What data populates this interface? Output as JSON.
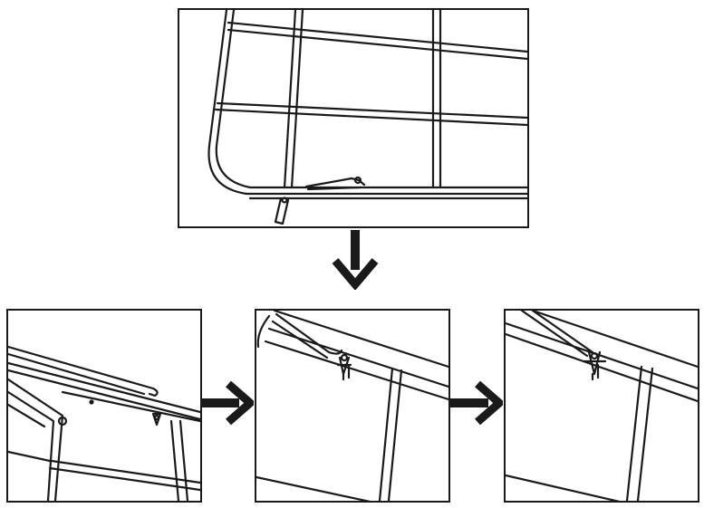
{
  "figure": {
    "panels": [
      {
        "id": "overview",
        "depicts": "frame-corner-with-hook"
      },
      {
        "id": "step-1",
        "depicts": "hook-near-frame"
      },
      {
        "id": "step-2",
        "depicts": "hook-engaging-clip"
      },
      {
        "id": "step-3",
        "depicts": "hook-locked-in-clip"
      }
    ],
    "arrows": [
      {
        "from": "overview",
        "to": "step-2",
        "direction": "down"
      },
      {
        "from": "step-1",
        "to": "step-2",
        "direction": "right"
      },
      {
        "from": "step-2",
        "to": "step-3",
        "direction": "right"
      }
    ],
    "colors": {
      "line": "#1a1a1a",
      "background": "#ffffff"
    }
  }
}
